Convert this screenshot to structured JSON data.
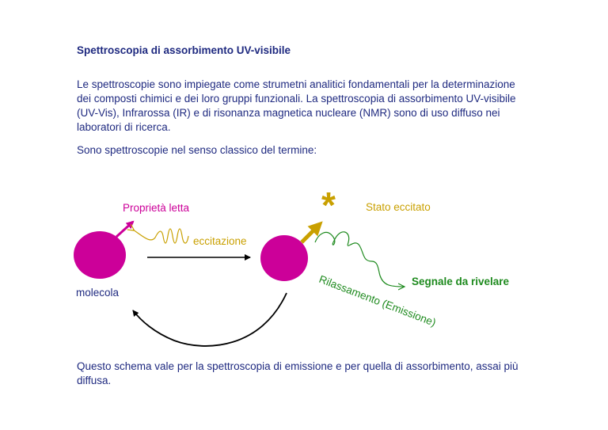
{
  "slide": {
    "title": "Spettroscopia di assorbimento UV-visibile",
    "paragraph1": "Le spettroscopie sono impiegate come strumetni analitici fondamentali per la determinazione dei composti chimici e dei loro gruppi funzionali. La spettroscopia di assorbimento UV-visibile (UV-Vis), Infrarossa (IR) e di risonanza magnetica nucleare (NMR) sono di uso diffuso nei laboratori di ricerca.",
    "paragraph2": "Sono spettroscopie nel senso classico del termine:",
    "paragraph3": "Questo schema vale per la spettroscopia di emissione e per quella di assorbimento, assai più diffusa."
  },
  "diagram": {
    "label_property": "Proprietà letta",
    "label_excitation": "eccitazione",
    "label_molecule": "molecola",
    "label_excited_state": "Stato eccitato",
    "label_relaxation": "Rilassamento (Emissione)",
    "label_signal": "Segnale da rivelare",
    "star_symbol": "*",
    "colors": {
      "text_blue": "#1f2a80",
      "molecule": "#cc0099",
      "gold": "#c9a000",
      "green": "#1e8a1e",
      "black": "#000000"
    }
  }
}
